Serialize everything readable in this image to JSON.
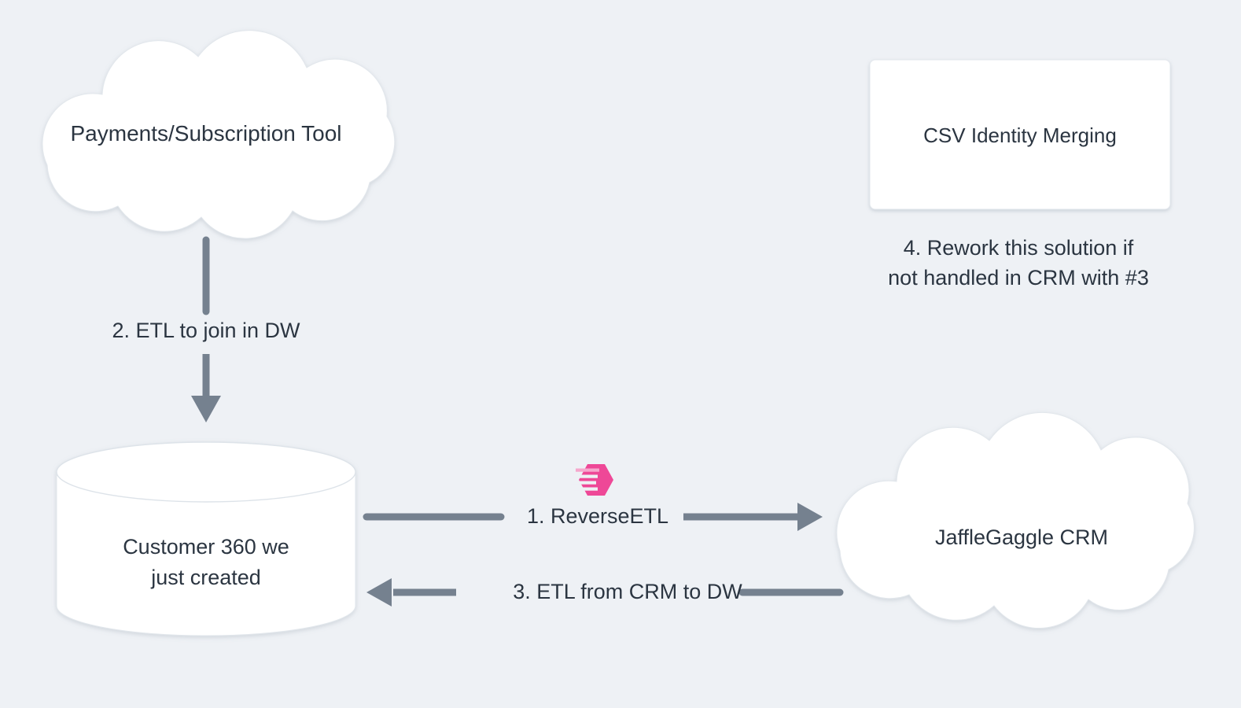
{
  "diagram": {
    "title": "Customer 360 data flow",
    "background_color": "#eef1f5",
    "text_color": "#2b3541",
    "edge_color": "#75818f",
    "node_fill": "#ffffff",
    "accent_color": "#ee4897",
    "nodes": [
      {
        "id": "payments",
        "shape": "cloud",
        "label": "Payments/Subscription Tool"
      },
      {
        "id": "csv-identity-merging",
        "shape": "rectangle",
        "label": "CSV Identity Merging"
      },
      {
        "id": "warehouse",
        "shape": "cylinder",
        "label": "Customer 360 we\njust created"
      },
      {
        "id": "crm",
        "shape": "cloud",
        "label": "JaffleGaggle CRM"
      }
    ],
    "edges": [
      {
        "id": "etl-join",
        "from": "payments",
        "to": "warehouse",
        "direction": "down",
        "label": "2. ETL to join in DW"
      },
      {
        "id": "reverse-etl",
        "from": "warehouse",
        "to": "crm",
        "direction": "right",
        "label": "1. ReverseETL",
        "badge": "hightouch-logo"
      },
      {
        "id": "etl-from-crm",
        "from": "crm",
        "to": "warehouse",
        "direction": "left",
        "label": "3. ETL from CRM to DW"
      }
    ],
    "annotations": [
      {
        "id": "rework-note",
        "attached_to": "csv-identity-merging",
        "text": "4. Rework this solution if\nnot handled in CRM with #3"
      }
    ]
  }
}
